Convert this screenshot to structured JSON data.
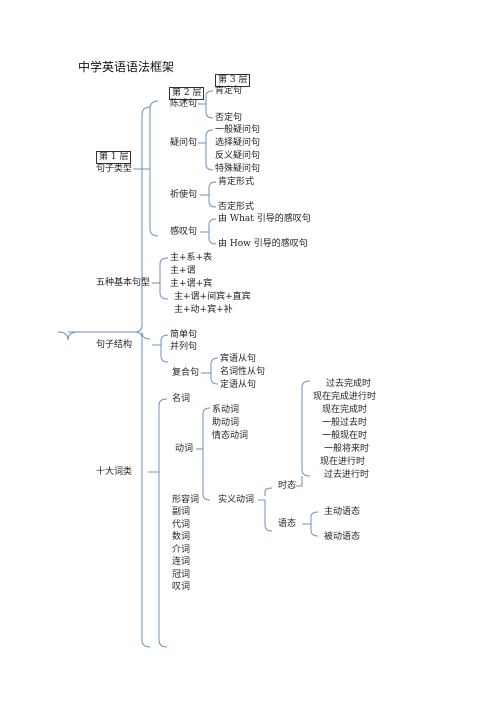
{
  "title": "中学英语语法框架",
  "layers": {
    "l1": "第 1 层",
    "l2": "第 2 层",
    "l3": "第 3 层"
  },
  "sentence_types": {
    "label": "句子类型",
    "declarative": {
      "label": "陈述句",
      "items": [
        "肯定句",
        "否定句"
      ]
    },
    "interrogative": {
      "label": "疑问句",
      "items": [
        "一般疑问句",
        "选择疑问句",
        "反义疑问句",
        "特殊疑问句"
      ]
    },
    "imperative": {
      "label": "祈使句",
      "items": [
        "肯定形式",
        "否定形式"
      ]
    },
    "exclamatory": {
      "label": "感叹句",
      "items": [
        "由 What 引导的感叹句",
        "由 How 引导的感叹句"
      ]
    }
  },
  "basic_patterns": {
    "label": "五种基本句型",
    "items": [
      "主+系+表",
      "主+谓",
      "主+谓+宾",
      "主+谓+间宾+直宾",
      "主+动+宾+补"
    ]
  },
  "structure": {
    "label": "句子结构",
    "simple": "简单句",
    "compound": "并列句",
    "complex": {
      "label": "复合句",
      "items": [
        "宾语从句",
        "名词性从句",
        "定语从句"
      ]
    }
  },
  "word_classes": {
    "label": "十大词类",
    "noun": "名词",
    "verb": {
      "label": "动词",
      "types": [
        "系动词",
        "助动词",
        "情态动词"
      ],
      "notional": "实义动词"
    },
    "tense": {
      "label": "时态",
      "items": [
        "过去完成时",
        "现在完成进行时",
        "现在完成时",
        "一般过去时",
        "一般现在时",
        "一般将来时",
        "现在进行时",
        "过去进行时"
      ]
    },
    "voice": {
      "label": "语态",
      "items": [
        "主动语态",
        "被动语态"
      ]
    },
    "others": [
      "形容词",
      "副词",
      "代词",
      "数词",
      "介词",
      "连词",
      "冠词",
      "叹词"
    ]
  },
  "colors": {
    "bracket": "#6b8fc4",
    "text": "#222222"
  }
}
